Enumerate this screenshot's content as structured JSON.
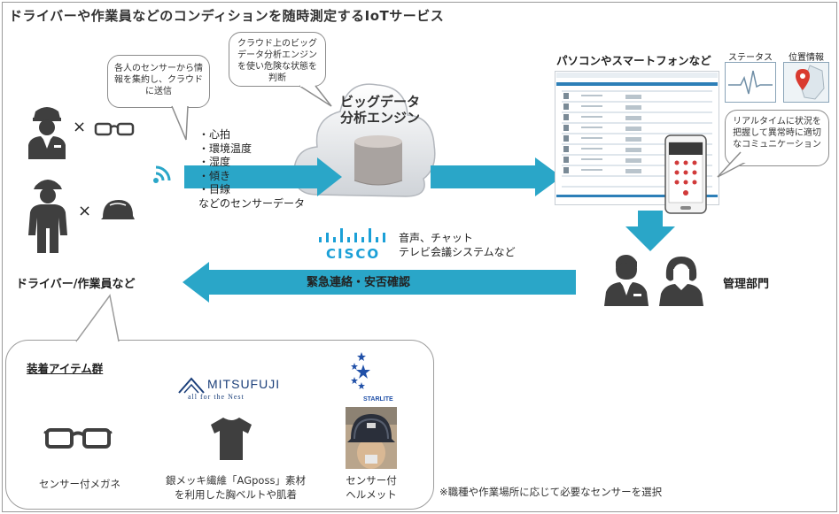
{
  "title": "ドライバーや作業員などのコンディションを随時測定するIoTサービス",
  "bubbles": {
    "sensor_collect": "各人のセンサーから情報を集約し、クラウドに送信",
    "cloud_analysis": "クラウド上のビッグデータ分析エンジンを使い危険な状態を判断",
    "realtime": "リアルタイムに状況を把握して異常時に適切なコミュニケーション"
  },
  "cloud": {
    "line1": "ビッグデータ",
    "line2": "分析エンジン"
  },
  "data_list": [
    "・心拍",
    "・環境温度",
    "・湿度",
    "・傾き",
    "・目線",
    "などのセンサーデータ"
  ],
  "devices_label": "パソコンやスマートフォンなど",
  "status_label": "ステータス",
  "location_label": "位置情報",
  "cisco": {
    "logo": "CISCO",
    "line1": "音声、チャット",
    "line2": "テレビ会議システムなど"
  },
  "emergency_label": "緊急連絡・安否確認",
  "drivers_label": "ドライバー/作業員など",
  "management_label": "管理部門",
  "times_symbol": "×",
  "items": {
    "heading": "装着アイテム群",
    "glasses": "センサー付メガネ",
    "shirt_line1": "銀メッキ繊維「AGposs」素材",
    "shirt_line2": "を利用した胸ベルトや肌着",
    "helmet_line1": "センサー付",
    "helmet_line2": "ヘルメット",
    "mitsufuji_logo": "MITSUFUJI",
    "mitsufuji_tagline": "all for the Nest",
    "starlite_logo": "STARLITE"
  },
  "footnote": "※職種や作業場所に応じて必要なセンサーを選択",
  "colors": {
    "arrow": "#2aa6c8",
    "arrow_dark": "#1e8fb0",
    "cisco": "#1ba0d7",
    "icon": "#3f3f3f"
  }
}
